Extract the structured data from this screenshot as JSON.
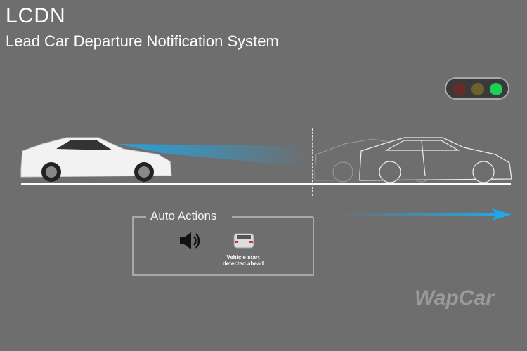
{
  "header": {
    "title": "LCDN",
    "subtitle": "Lead Car Departure Notification System"
  },
  "traffic_light": {
    "state": "green",
    "colors": {
      "red": "#6a2a2a",
      "yellow": "#6b6230",
      "green": "#1ecf55"
    }
  },
  "auto_actions": {
    "label": "Auto Actions",
    "icons": [
      "speaker-icon",
      "vehicle-icon"
    ],
    "vehicle_label_line1": "Vehicle start",
    "vehicle_label_line2": "detected ahead"
  },
  "colors": {
    "background": "#6e6e6e",
    "accent": "#1ea8e8"
  },
  "watermark": "WapCar"
}
